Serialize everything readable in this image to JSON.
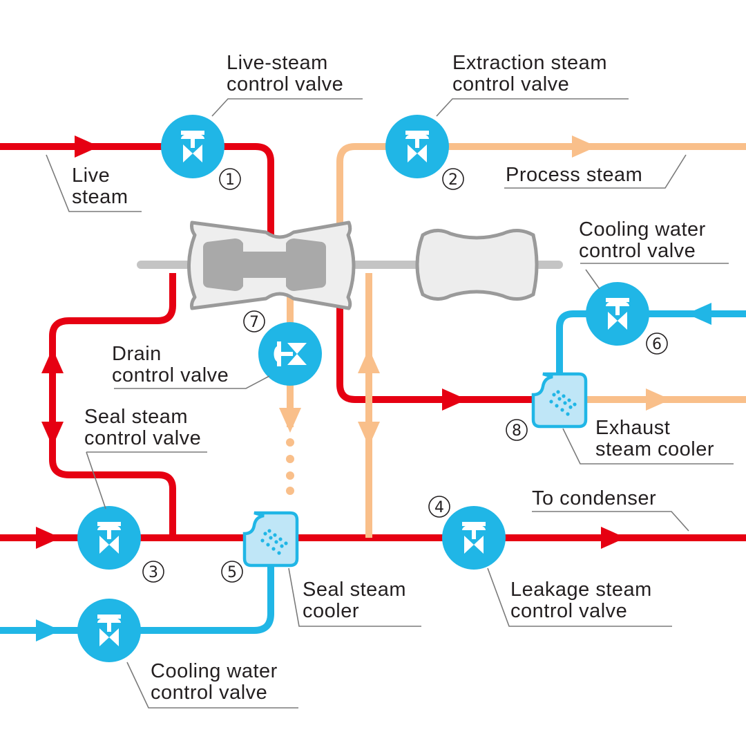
{
  "colors": {
    "live_steam": "#e60012",
    "process_steam": "#f9bf8a",
    "cooling_water": "#20b6e6",
    "valve": "#20b6e6",
    "leader": "#7a7a7a",
    "turbine_body": "#d9d9d9",
    "generator_body": "#ececec",
    "cooler_fill": "#bfe6f7"
  },
  "valves": [
    {
      "id": "1",
      "label": "Live-steam\ncontrol valve",
      "icon": "control-valve-icon"
    },
    {
      "id": "2",
      "label": "Extraction steam\ncontrol valve",
      "icon": "control-valve-icon"
    },
    {
      "id": "3",
      "label": "Seal steam\ncontrol valve",
      "icon": "control-valve-icon"
    },
    {
      "id": "4",
      "label": "Leakage steam\ncontrol valve",
      "icon": "control-valve-icon"
    },
    {
      "id": "6",
      "label": "Cooling water\ncontrol valve",
      "icon": "control-valve-icon"
    },
    {
      "id": "7",
      "label": "Drain\ncontrol valve",
      "icon": "drain-valve-icon"
    },
    {
      "id": "cw",
      "label": "Cooling water\ncontrol valve",
      "icon": "control-valve-icon"
    }
  ],
  "coolers": [
    {
      "id": "5",
      "label": "Seal steam\ncooler",
      "icon": "spray-cooler-icon"
    },
    {
      "id": "8",
      "label": "Exhaust\nsteam cooler",
      "icon": "spray-cooler-icon"
    }
  ],
  "streams": {
    "live_steam": "Live\nsteam",
    "process_steam": "Process steam",
    "to_condenser": "To condenser"
  },
  "equipment": {
    "turbine_icon": "steam-turbine-icon",
    "generator_icon": "generator-icon"
  }
}
